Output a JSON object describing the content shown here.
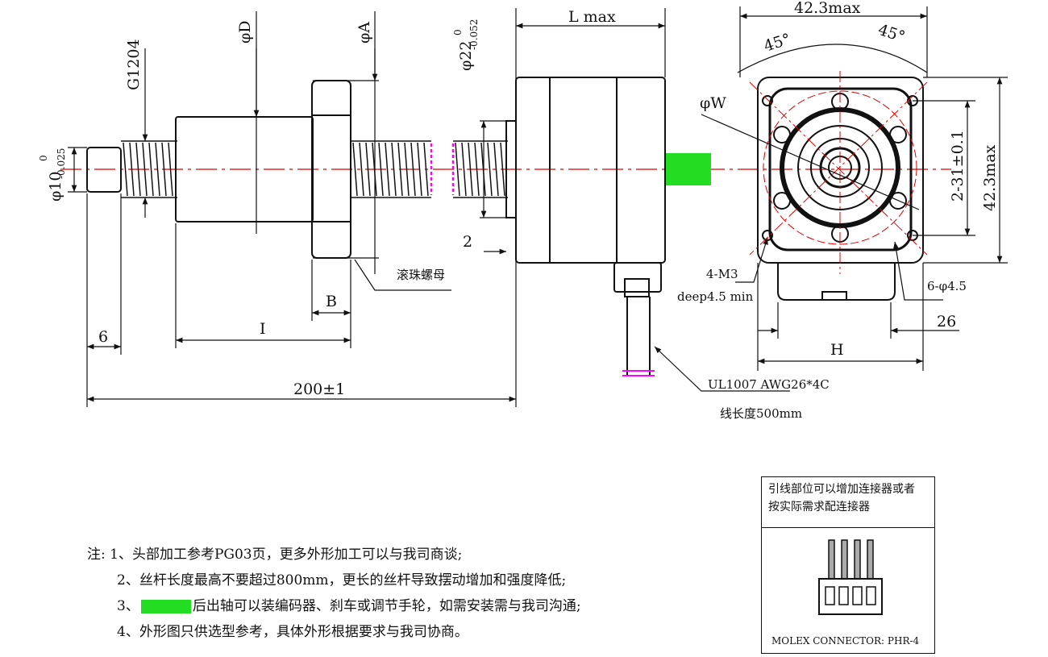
{
  "labels": {
    "phi_d": "φD",
    "phi_a": "φA",
    "g1204": "G1204",
    "phi10": "φ10",
    "phi10_tol": "0",
    "phi10_tol2": "-0.025",
    "phi22": "φ22",
    "phi22_tol": "0",
    "phi22_tol2": "-0.052",
    "l_max": "L max",
    "dim42_top": "42.3max",
    "dim42_right": "42.3max",
    "angle_left": "45°",
    "angle_right": "45°",
    "phi_w": "φW",
    "dim_2_31": "2-31±0.1",
    "dim_2": "2",
    "dim_b": "B",
    "dim_i": "I",
    "dim_6": "6",
    "dim_200": "200±1",
    "ball_nut": "滚珠螺母",
    "m3": "4-M3",
    "deep": "deep4.5 min",
    "holes": "6-φ4.5",
    "dim_26": "26",
    "dim_h": "H",
    "cable": "UL1007 AWG26*4C",
    "cable_len": "线长度500mm"
  },
  "notes": {
    "line1": "注: 1、头部加工参考PG03页，更多外形加工可以与我司商谈;",
    "line2": "2、丝杆长度最高不要超过800mm，更长的丝杆导致摆动增加和强度降低;",
    "line3_prefix": "3、",
    "line3_suffix": "后出轴可以装编码器、刹车或调节手轮，如需安装需与我司沟通;",
    "line4": "4、外形图只供选型参考，具体外形根据要求与我司协商。"
  },
  "connector": {
    "note_line1": "引线部位可以增加连接器或者",
    "note_line2": "按实际需求配连接器",
    "caption": "MOLEX CONNECTOR: PHR-4"
  },
  "colors": {
    "accent_green": "#22dd22",
    "centerline_red": "#e00000",
    "thread_magenta": "#ff00ff"
  }
}
